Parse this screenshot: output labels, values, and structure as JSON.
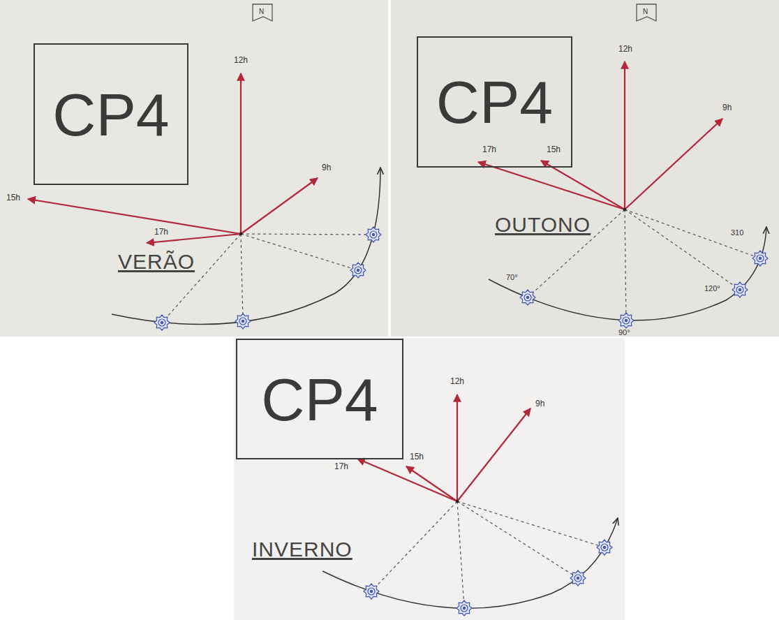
{
  "diagram": {
    "nodes": [
      {
        "text": [
          "CP4"
        ]
      },
      {
        "text": [
          "CP4"
        ]
      },
      {
        "text": [
          "CP4"
        ]
      }
    ],
    "labels": [
      "N",
      "12h",
      "9h",
      "15h",
      "17h",
      "VERÃO",
      "N",
      "12h",
      "9h",
      "17h",
      "15h",
      "OUTONO",
      "70°",
      "90°",
      "120°",
      "310",
      "12h",
      "9h",
      "17h",
      "15h",
      "INVERNO"
    ]
  }
}
